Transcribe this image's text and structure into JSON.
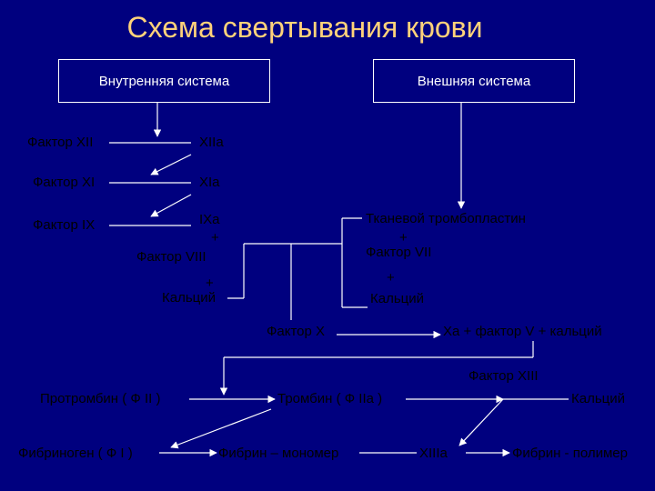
{
  "title": "Схема свертывания крови",
  "boxes": {
    "intrinsic": "Внутренняя система",
    "extrinsic": "Внешняя система"
  },
  "labels": {
    "factor_xii": "Фактор XII",
    "xiia": "XIIa",
    "factor_xi": "Фактор XI",
    "xia": "XIa",
    "factor_ix": "Фактор IX",
    "ixa": "IXa",
    "plus_1": "+",
    "factor_viii": "Фактор VIII",
    "plus_2": "+",
    "calcium_1": "Кальций",
    "tissue_thromboplastin": "Тканевой тромбопластин",
    "plus_3": "+",
    "factor_vii": "Фактор VII",
    "plus_4": "+",
    "calcium_2": "Кальций",
    "factor_x": "Фактор Х",
    "xa_complex": "Ха + фактор V + кальций",
    "factor_xiii": "Фактор XIII",
    "prothrombin": "Протромбин ( Ф II )",
    "thrombin": "Тромбин ( Ф IIa )",
    "calcium_3": "Кальций",
    "fibrinogen": "Фибриноген ( Ф I )",
    "fibrin_monomer": "Фибрин – мономер",
    "xiiia": "XIIIa",
    "fibrin_polymer": "Фибрин - полимер"
  },
  "colors": {
    "background": "#00007f",
    "title": "#ffd27a",
    "text": "#000000",
    "lines": "#ffffff"
  }
}
